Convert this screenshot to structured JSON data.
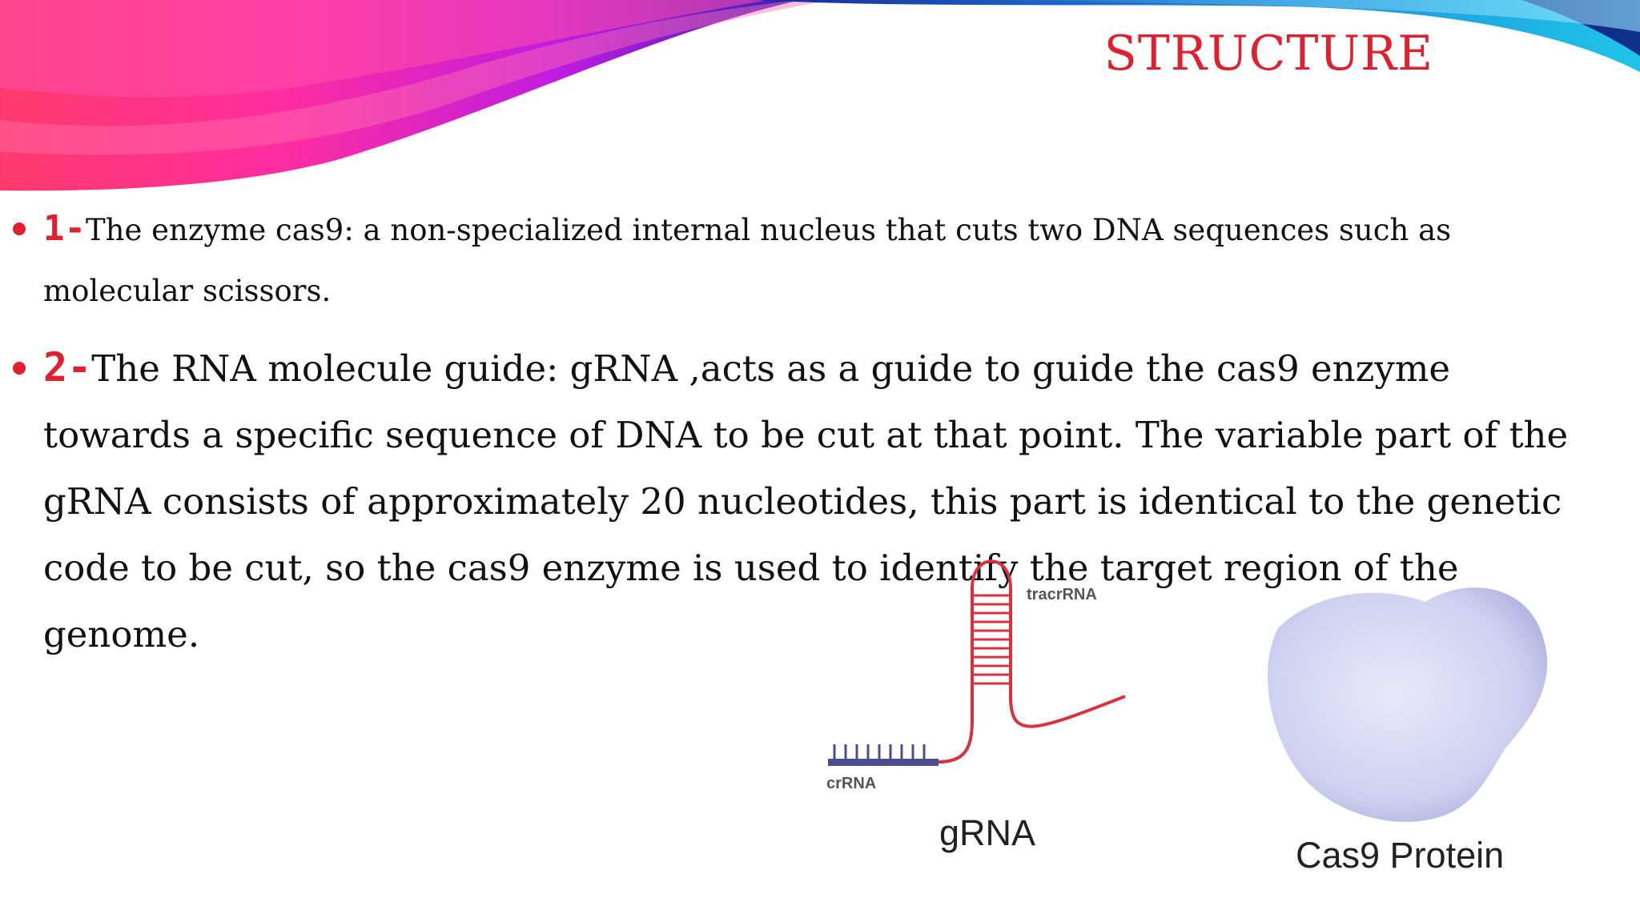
{
  "slide": {
    "title": "STRUCTURE",
    "bullets": [
      {
        "number": "1-",
        "text": "The enzyme cas9: a non-specialized internal nucleus that cuts two DNA sequences such as molecular scissors."
      },
      {
        "number": "2-",
        "text": "The RNA molecule guide: gRNA ,acts as a guide to guide the cas9 enzyme towards a specific sequence of DNA to be cut at that point. The variable part of the gRNA consists of approximately 20 nucleotides, this part is identical to the genetic code to be cut, so the cas9 enzyme is used to identify the target region of the genome."
      }
    ]
  },
  "figure": {
    "tracr_label": "tracrRNA",
    "cr_label": "crRNA",
    "grna_label": "gRNA",
    "cas9_label": "Cas9 Protein"
  },
  "colors": {
    "accent": "#e0202e",
    "rna_red": "#d9323e",
    "crrna_blue": "#4a4d8e",
    "swoosh_pink": "#ff2d8a",
    "swoosh_magenta": "#e416d8",
    "swoosh_blue": "#1aa7e0"
  }
}
